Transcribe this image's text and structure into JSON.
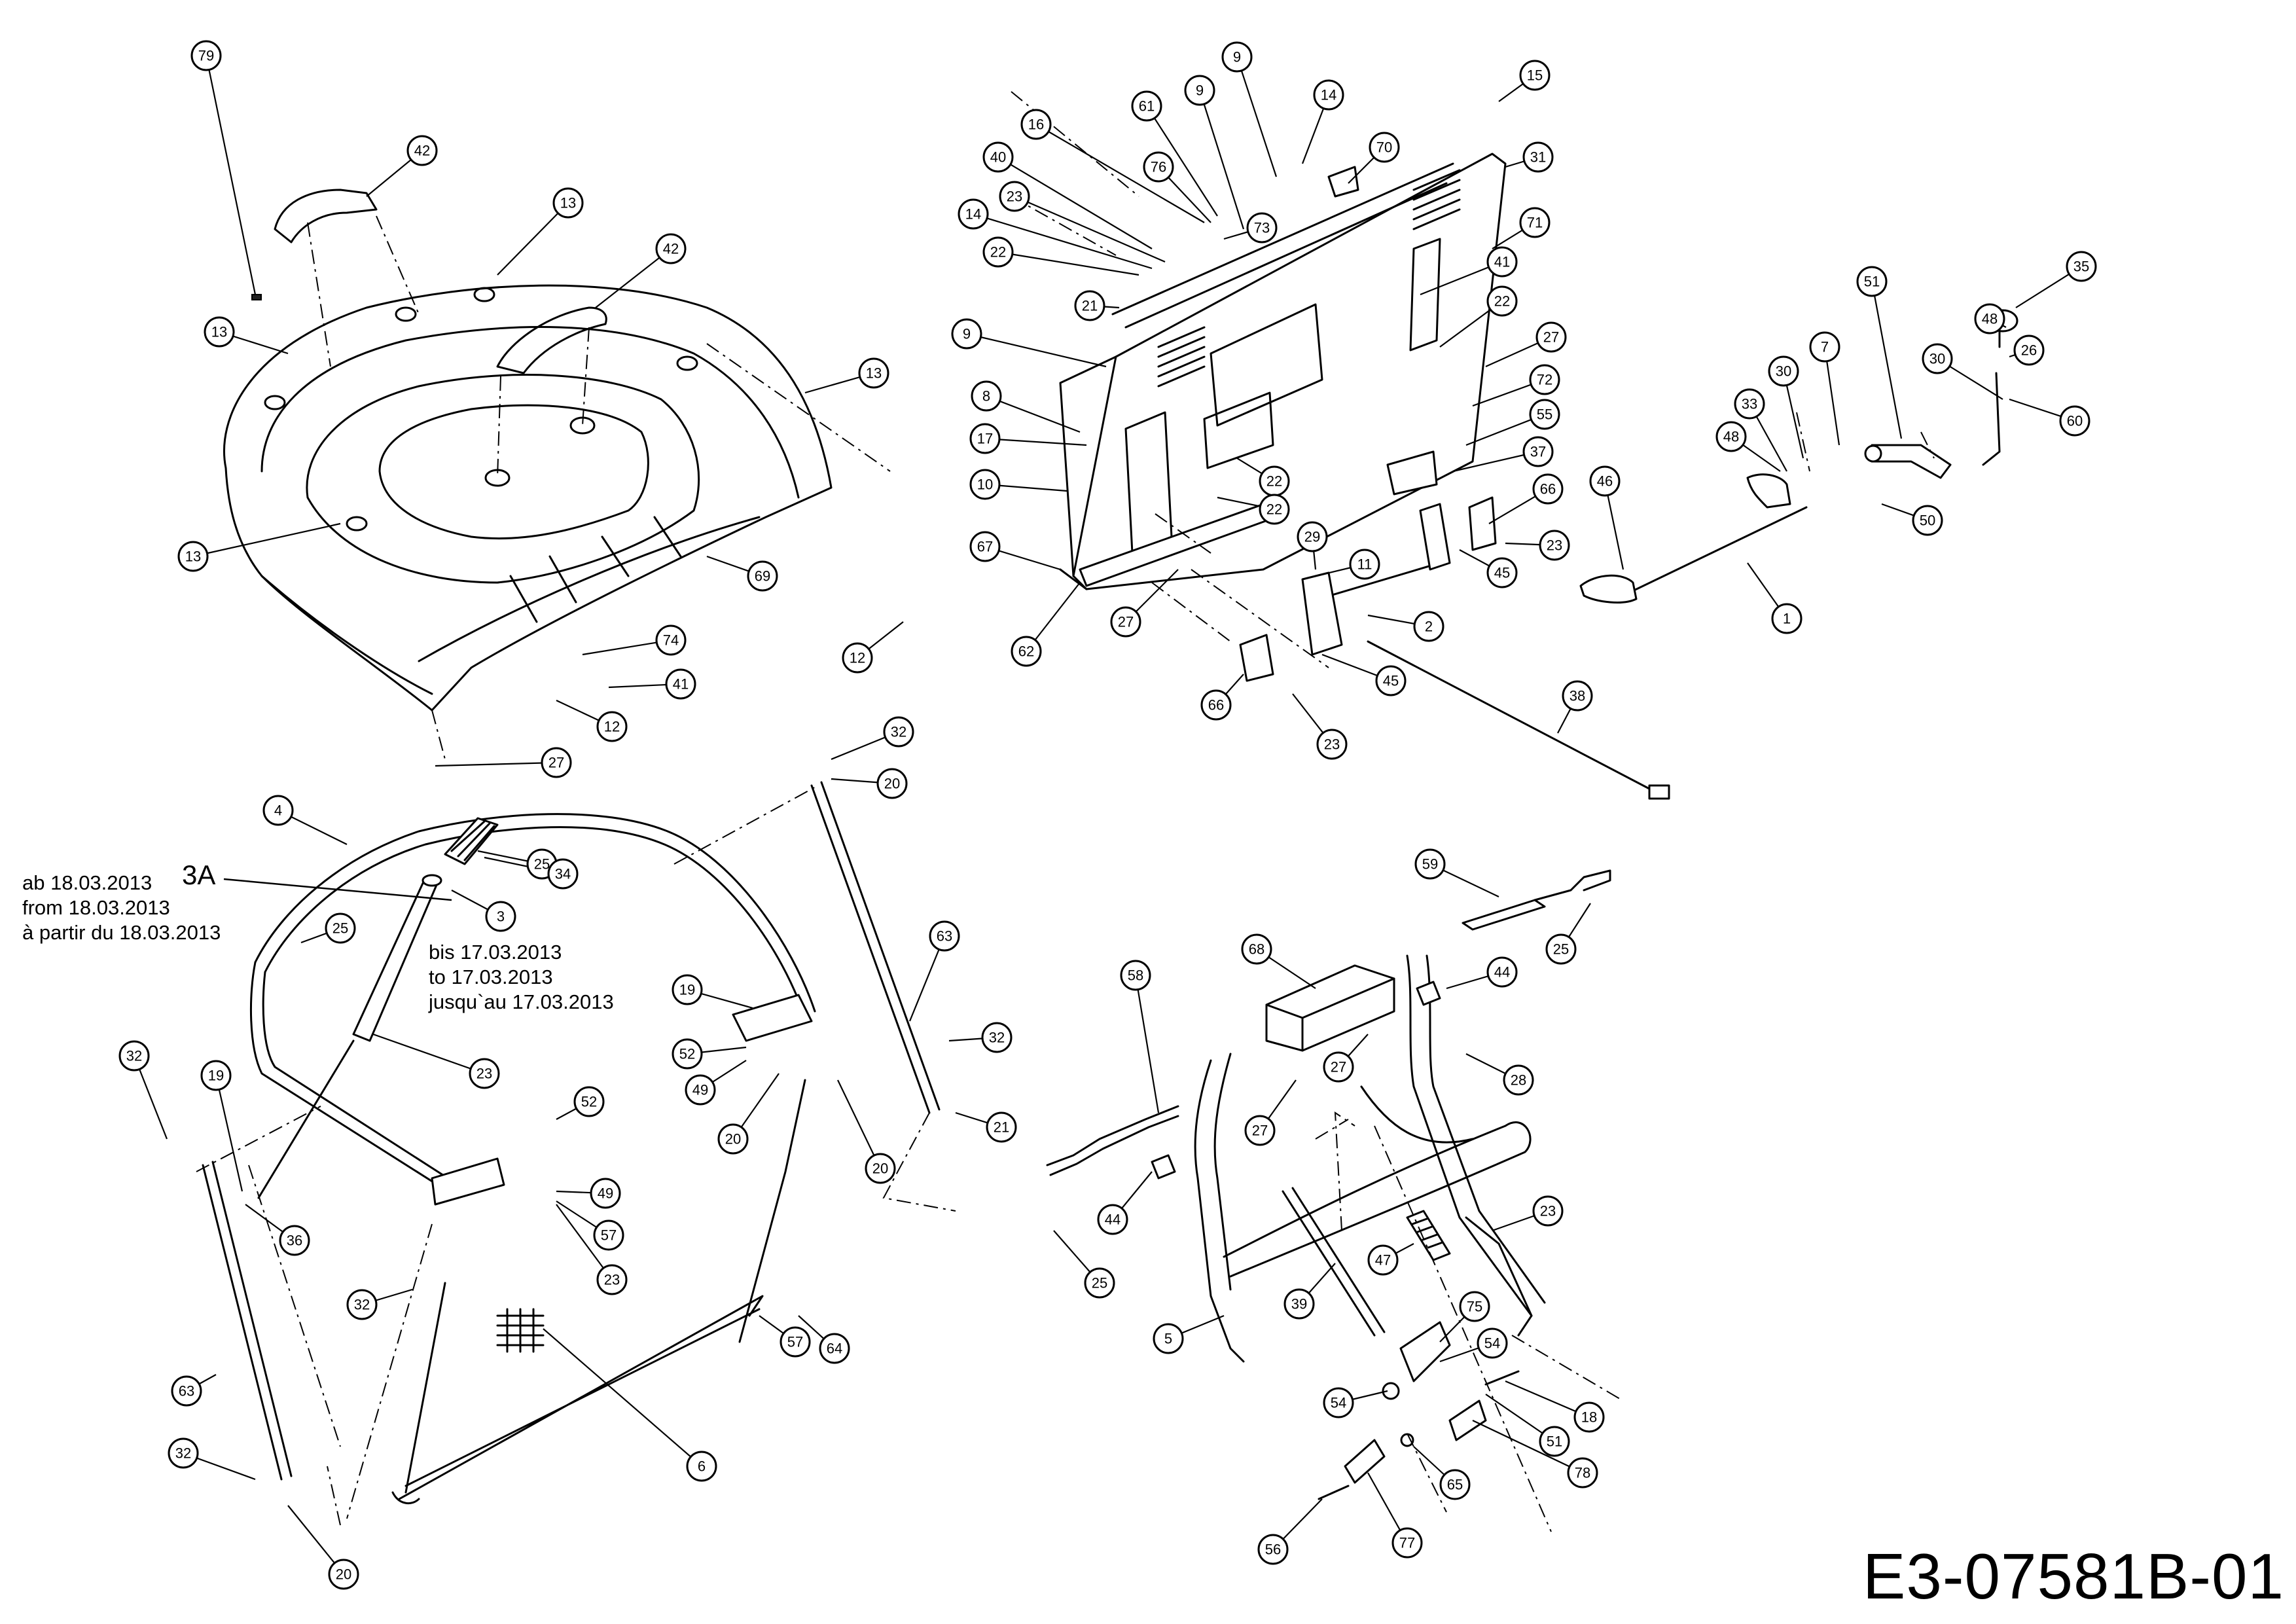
{
  "drawing_code": "E3-07581B-01",
  "notes": {
    "from_label": "ab 18.03.2013\nfrom 18.03.2013\nà partir du 18.03.2013",
    "from_part": "3A",
    "until_label": "bis 17.03.2013\nto 17.03.2013\njusqu`au 17.03.2013"
  },
  "callouts": {
    "hood": [
      "79",
      "42",
      "13",
      "42",
      "13",
      "13",
      "13",
      "69",
      "12",
      "74",
      "41",
      "12",
      "27"
    ],
    "dashboard": [
      "9",
      "15",
      "14",
      "70",
      "16",
      "9",
      "61",
      "40",
      "76",
      "31",
      "23",
      "73",
      "14",
      "71",
      "22",
      "41",
      "21",
      "9",
      "22",
      "27",
      "8",
      "72",
      "17",
      "55",
      "37",
      "10",
      "66",
      "22",
      "22",
      "67",
      "29",
      "23",
      "11",
      "45",
      "27",
      "2",
      "62",
      "45",
      "66",
      "23",
      "38"
    ],
    "shift": [
      "35",
      "51",
      "48",
      "30",
      "26",
      "7",
      "33",
      "30",
      "48",
      "60",
      "46",
      "50",
      "1"
    ],
    "frame": [
      "32",
      "20",
      "4",
      "25",
      "34",
      "3",
      "63",
      "25",
      "19",
      "52",
      "49",
      "32",
      "32",
      "36",
      "23",
      "20",
      "21",
      "19",
      "52",
      "49",
      "57",
      "20",
      "32",
      "23",
      "57",
      "64",
      "63",
      "6",
      "32",
      "20"
    ],
    "pedals": [
      "59",
      "25",
      "68",
      "44",
      "58",
      "27",
      "28",
      "27",
      "44",
      "23",
      "25",
      "47",
      "39",
      "75",
      "5",
      "54",
      "54",
      "18",
      "51",
      "56",
      "78",
      "65",
      "77"
    ]
  }
}
